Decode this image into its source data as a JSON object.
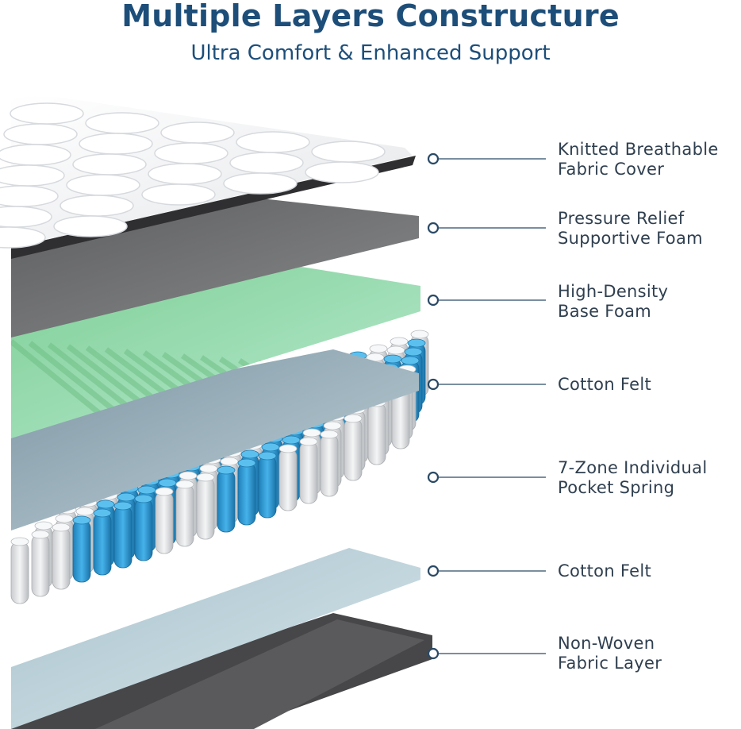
{
  "header": {
    "title": "Multiple Layers Constructure",
    "subtitle": "Ultra Comfort & Enhanced Support"
  },
  "layers": [
    {
      "line1": "Knitted Breathable",
      "line2": "Fabric Cover"
    },
    {
      "line1": "Pressure Relief",
      "line2": "Supportive Foam"
    },
    {
      "line1": "High-Density",
      "line2": "Base Foam"
    },
    {
      "line1": "Cotton Felt",
      "line2": ""
    },
    {
      "line1": "7-Zone Individual",
      "line2": "Pocket Spring"
    },
    {
      "line1": "Cotton Felt",
      "line2": ""
    },
    {
      "line1": "Non-Woven",
      "line2": "Fabric Layer"
    }
  ],
  "colors": {
    "title": "#1d4e79",
    "label_text": "#2f3f4f",
    "connector": "#2a4a66",
    "fabric_cover": "#f2f3f5",
    "cover_trim": "#3a3a3c",
    "pressure_foam": "#6f7072",
    "base_foam": "#9fdcb3",
    "cotton_felt": "#9fb4bf",
    "spring_white": "#e6e7e9",
    "spring_blue": "#2f9fd8",
    "non_woven": "#4a4a4c"
  }
}
